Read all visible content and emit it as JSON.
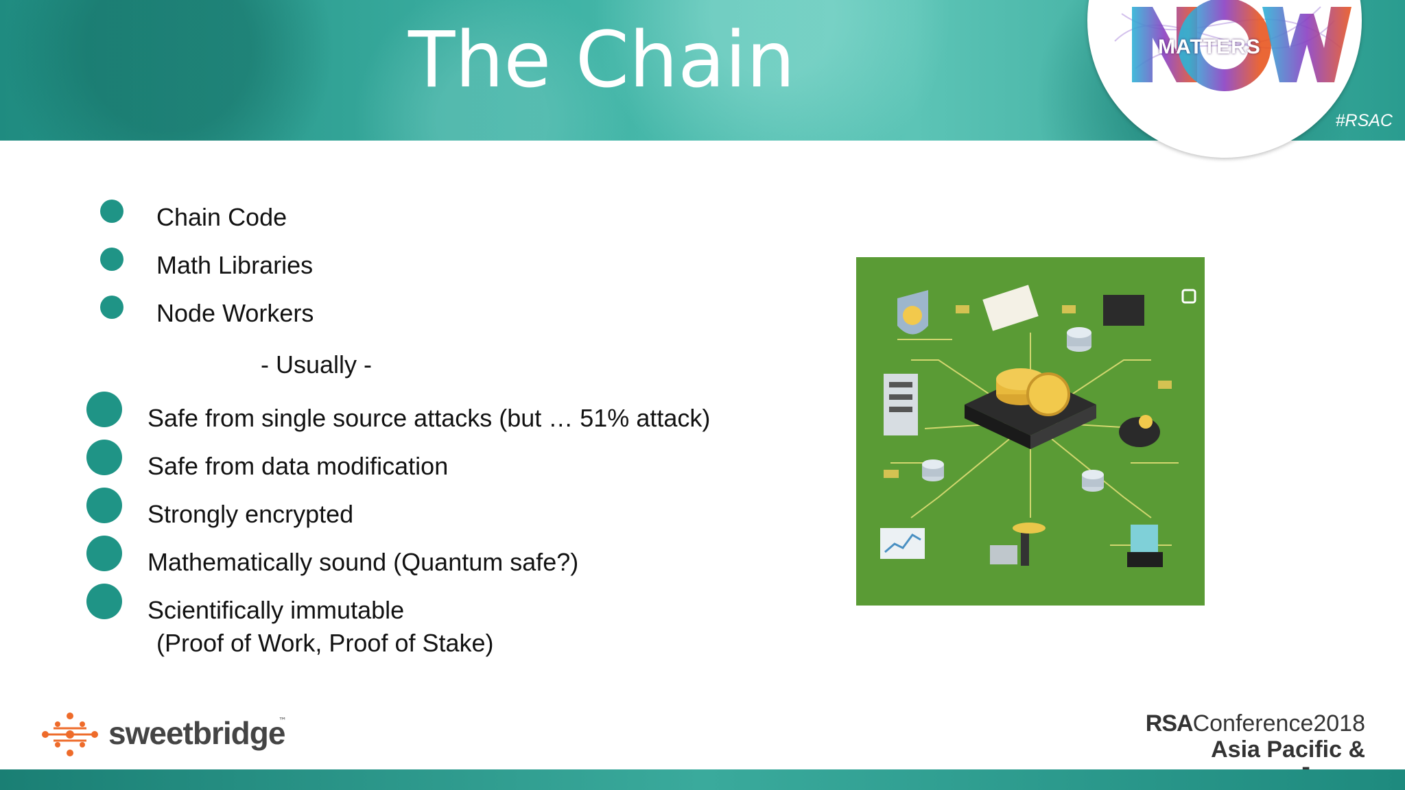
{
  "header": {
    "title": "The Chain",
    "badge_text": "MATTERS",
    "hashtag": "#RSAC"
  },
  "bullets_top": [
    {
      "label": "Chain Code"
    },
    {
      "label": "Math Libraries"
    },
    {
      "label": "Node Workers"
    }
  ],
  "separator": "- Usually -",
  "bullets_bottom": [
    {
      "label": "Safe from single source attacks (but … 51% attack)"
    },
    {
      "label": "Safe from data modification"
    },
    {
      "label": "Strongly encrypted"
    },
    {
      "label": "Mathematically sound  (Quantum safe?)"
    },
    {
      "label": "Scientifically immutable"
    }
  ],
  "bullet_continuation": "(Proof of Work, Proof of Stake)",
  "footer": {
    "brand": "sweetbridge",
    "brand_tm": "™",
    "conference_bold": "RSA",
    "conference_rest": "Conference2018",
    "region": "Asia Pacific & Japan"
  },
  "colors": {
    "bullet": "#1f9486",
    "brand_orange": "#ee6b2a",
    "image_bg": "#5a9b35"
  },
  "icons": [
    "sweetbridge-logo-icon",
    "rsac-matters-now-badge-icon",
    "blockchain-illustration-icon",
    "expand-icon"
  ]
}
